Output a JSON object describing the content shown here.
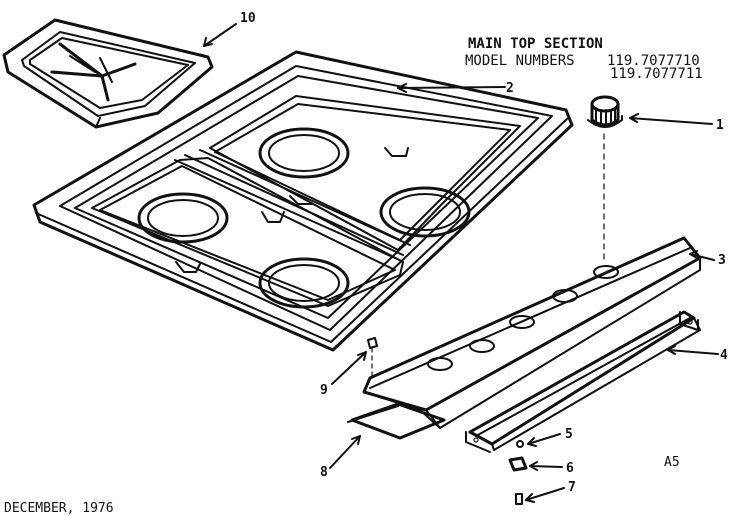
{
  "header": {
    "title": "MAIN TOP SECTION",
    "model_label": "MODEL NUMBERS",
    "model_numbers": [
      "119.7077710",
      "119.7077711"
    ]
  },
  "footer": {
    "date": "DECEMBER, 1976",
    "page_code": "A5"
  },
  "callouts": [
    "1",
    "2",
    "3",
    "4",
    "5",
    "6",
    "7",
    "8",
    "9",
    "10"
  ]
}
